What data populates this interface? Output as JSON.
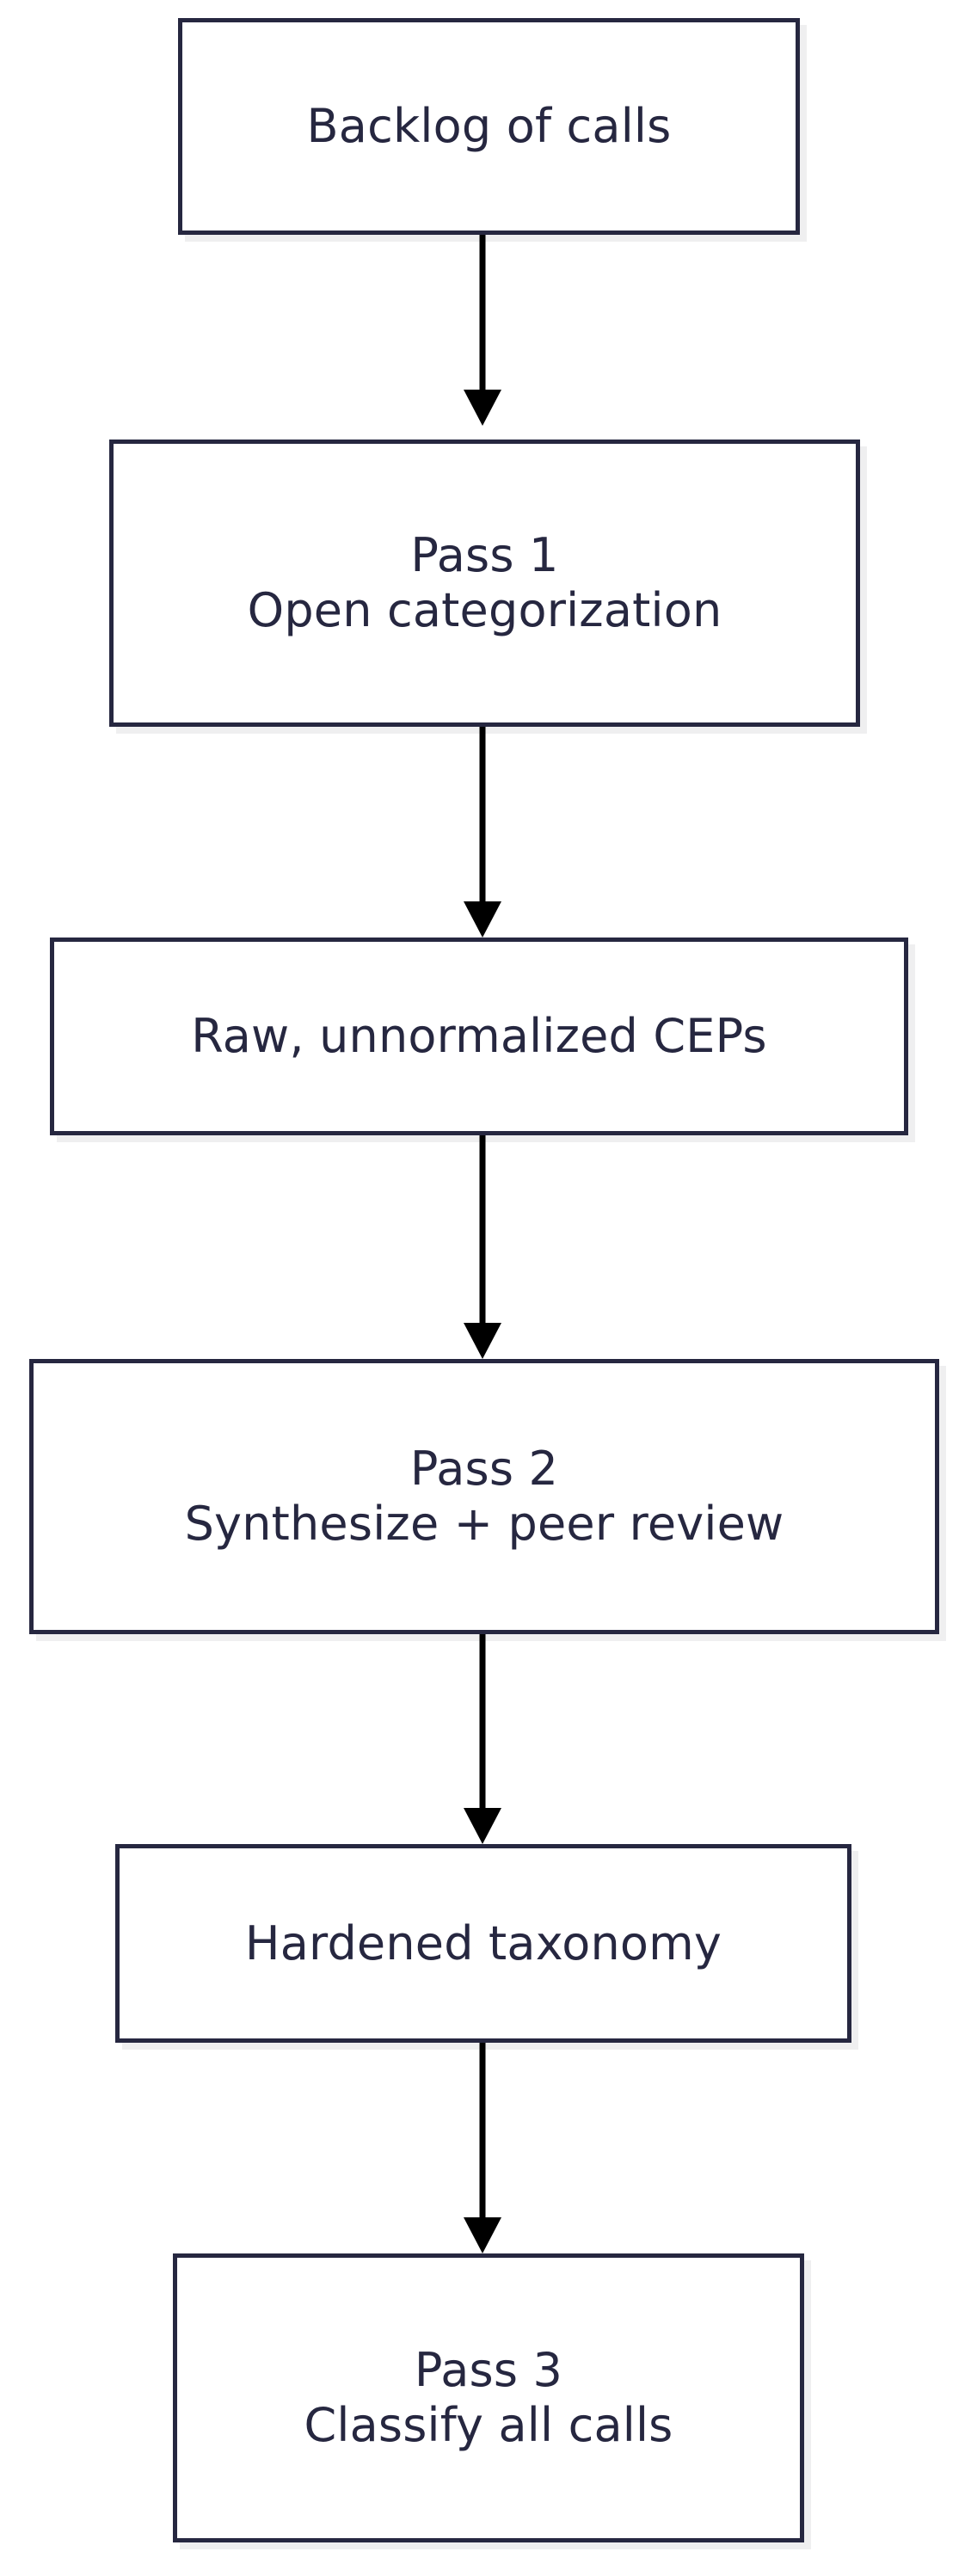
{
  "diagram": {
    "type": "flowchart",
    "orientation": "top-to-bottom",
    "background_color": "#ffffff",
    "node_border_color": "#262740",
    "node_fill_color": "#ffffff",
    "node_shadow_color": "#efeff0",
    "text_color": "#262740",
    "edge_color": "#000000",
    "nodes": [
      {
        "id": "backlog",
        "line1": "Backlog of calls",
        "line2": ""
      },
      {
        "id": "pass1",
        "line1": "Pass 1",
        "line2": "Open categorization"
      },
      {
        "id": "raw-ceps",
        "line1": "Raw, unnormalized CEPs",
        "line2": ""
      },
      {
        "id": "pass2",
        "line1": "Pass 2",
        "line2": "Synthesize + peer review"
      },
      {
        "id": "hardened",
        "line1": "Hardened taxonomy",
        "line2": ""
      },
      {
        "id": "pass3",
        "line1": "Pass 3",
        "line2": "Classify all calls"
      }
    ],
    "edges": [
      {
        "id": "edge-1",
        "from": "backlog",
        "to": "pass1"
      },
      {
        "id": "edge-2",
        "from": "pass1",
        "to": "raw-ceps"
      },
      {
        "id": "edge-3",
        "from": "raw-ceps",
        "to": "pass2"
      },
      {
        "id": "edge-4",
        "from": "pass2",
        "to": "hardened"
      },
      {
        "id": "edge-5",
        "from": "hardened",
        "to": "pass3"
      }
    ]
  }
}
